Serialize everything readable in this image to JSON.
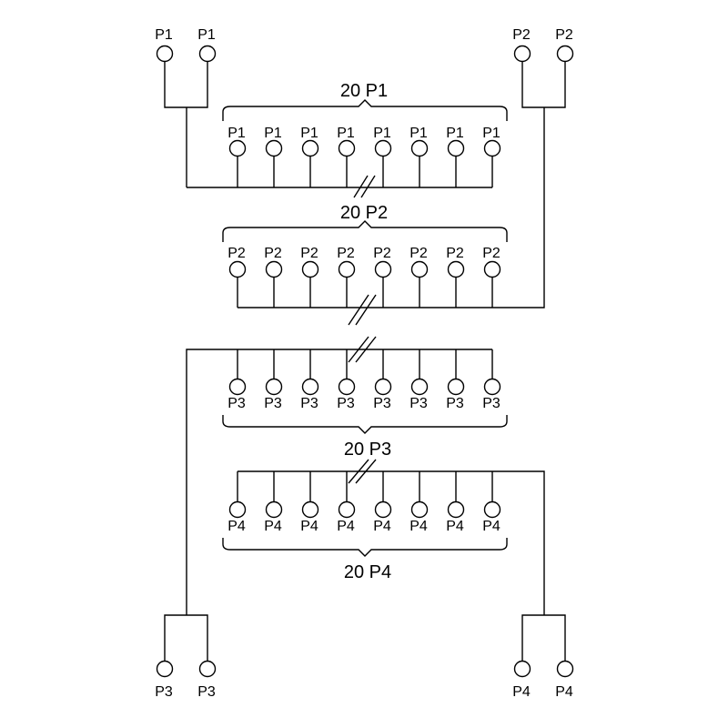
{
  "diagram": {
    "corner_pairs": {
      "top_left": [
        "P1",
        "P1"
      ],
      "top_right": [
        "P2",
        "P2"
      ],
      "bottom_left": [
        "P3",
        "P3"
      ],
      "bottom_right": [
        "P4",
        "P4"
      ]
    },
    "rows": [
      {
        "id": "p1",
        "pins": [
          "P1",
          "P1",
          "P1",
          "P1",
          "P1",
          "P1",
          "P1",
          "P1"
        ],
        "group_label": "20 P1"
      },
      {
        "id": "p2",
        "pins": [
          "P2",
          "P2",
          "P2",
          "P2",
          "P2",
          "P2",
          "P2",
          "P2"
        ],
        "group_label": "20 P2"
      },
      {
        "id": "p3",
        "pins": [
          "P3",
          "P3",
          "P3",
          "P3",
          "P3",
          "P3",
          "P3",
          "P3"
        ],
        "group_label": "20 P3"
      },
      {
        "id": "p4",
        "pins": [
          "P4",
          "P4",
          "P4",
          "P4",
          "P4",
          "P4",
          "P4",
          "P4"
        ],
        "group_label": "20 P4"
      }
    ]
  }
}
